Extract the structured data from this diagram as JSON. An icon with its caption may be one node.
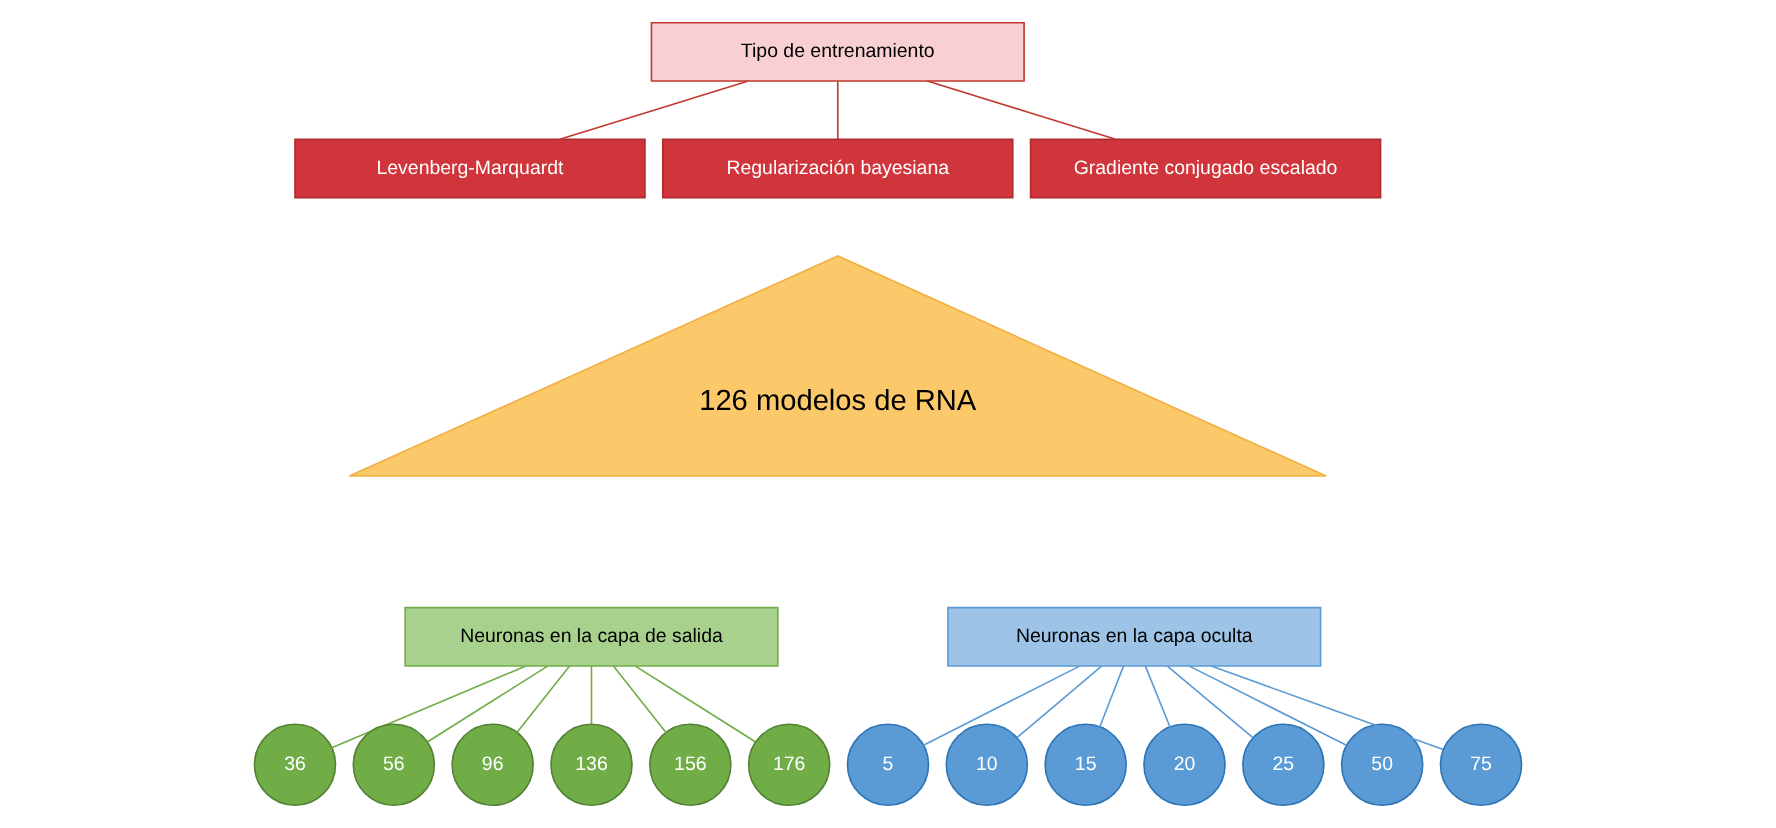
{
  "diagram": {
    "nodes": [
      {
        "text": [
          "Tipo de entrenamiento"
        ]
      },
      {
        "text": [
          "Levenberg-Marquardt"
        ]
      },
      {
        "text": [
          "Regularización bayesiana"
        ]
      },
      {
        "text": [
          "Gradiente conjugado escalado"
        ]
      },
      {
        "text": [
          "126 modelos de RNA"
        ]
      },
      {
        "text": [
          "Neuronas en la capa de salida"
        ]
      },
      {
        "text": [
          "Neuronas en la capa oculta"
        ]
      },
      {
        "text": [
          "36"
        ]
      },
      {
        "text": [
          "56"
        ]
      },
      {
        "text": [
          "96"
        ]
      },
      {
        "text": [
          "136"
        ]
      },
      {
        "text": [
          "156"
        ]
      },
      {
        "text": [
          "176"
        ]
      },
      {
        "text": [
          "5"
        ]
      },
      {
        "text": [
          "10"
        ]
      },
      {
        "text": [
          "15"
        ]
      },
      {
        "text": [
          "20"
        ]
      },
      {
        "text": [
          "25"
        ]
      },
      {
        "text": [
          "50"
        ]
      },
      {
        "text": [
          "75"
        ]
      }
    ],
    "edges": [
      {
        "from": 0,
        "to": 1,
        "arrow": "none",
        "color": "#c0392b"
      },
      {
        "from": 0,
        "to": 2,
        "arrow": "none",
        "color": "#c0392b"
      },
      {
        "from": 0,
        "to": 3,
        "arrow": "none",
        "color": "#c0392b"
      },
      {
        "from": 5,
        "to": 7,
        "arrow": "none",
        "color": "#70ad47"
      },
      {
        "from": 5,
        "to": 8,
        "arrow": "none",
        "color": "#70ad47"
      },
      {
        "from": 5,
        "to": 9,
        "arrow": "none",
        "color": "#70ad47"
      },
      {
        "from": 5,
        "to": 10,
        "arrow": "none",
        "color": "#70ad47"
      },
      {
        "from": 5,
        "to": 11,
        "arrow": "none",
        "color": "#70ad47"
      },
      {
        "from": 5,
        "to": 12,
        "arrow": "none",
        "color": "#70ad47"
      },
      {
        "from": 6,
        "to": 13,
        "arrow": "none"
      },
      {
        "from": 6,
        "to": 14,
        "arrow": "none"
      },
      {
        "from": 6,
        "to": 15,
        "arrow": "none"
      },
      {
        "from": 6,
        "to": 16,
        "arrow": "none"
      },
      {
        "from": 6,
        "to": 17,
        "arrow": "none"
      },
      {
        "from": 6,
        "to": 18,
        "arrow": "none"
      },
      {
        "from": 6,
        "to": 19,
        "arrow": "none"
      }
    ]
  }
}
